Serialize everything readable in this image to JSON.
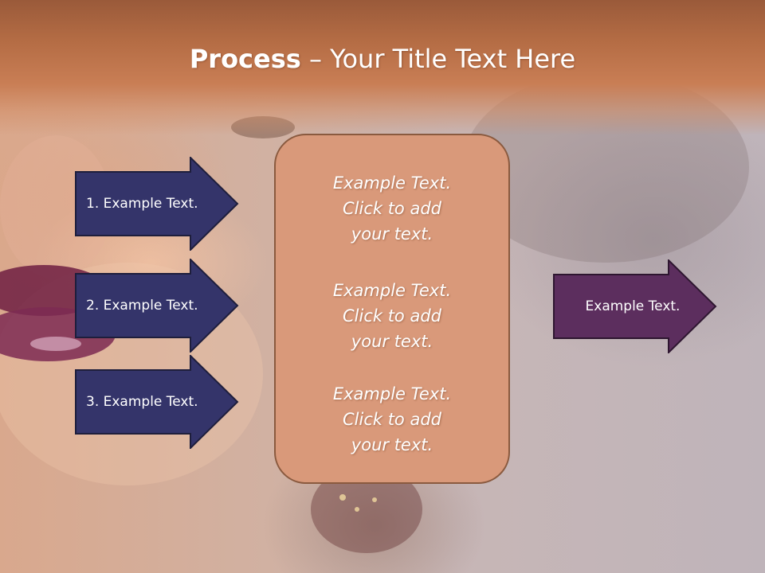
{
  "title": {
    "bold": "Process",
    "rest": " – Your Title Text Here"
  },
  "steps": [
    {
      "label": "1. Example Text."
    },
    {
      "label": "2. Example Text."
    },
    {
      "label": "3. Example Text."
    }
  ],
  "center_box": {
    "blocks": [
      {
        "line1": "Example Text.",
        "line2": "Click  to add",
        "line3": "your text."
      },
      {
        "line1": "Example Text.",
        "line2": "Click  to add",
        "line3": "your text."
      },
      {
        "line1": "Example Text.",
        "line2": "Click  to add",
        "line3": "your text."
      }
    ]
  },
  "result": {
    "label": "Example Text."
  },
  "colors": {
    "title_band": "#c47a52",
    "step_arrow_fill": "#34346a",
    "result_arrow_fill": "#5c2e5e",
    "center_box_fill": "#d9997a",
    "center_box_border": "#8a5a3f",
    "text": "#ffffff"
  }
}
